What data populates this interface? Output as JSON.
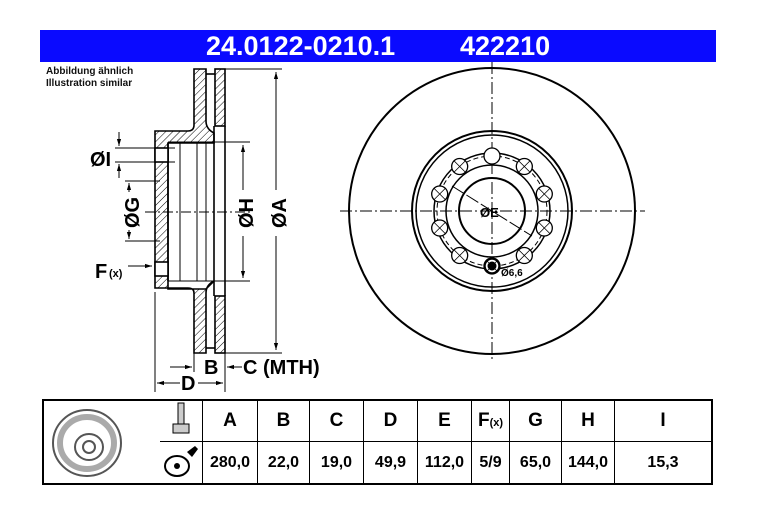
{
  "header": {
    "part_number": "24.0122-0210.1",
    "ref_number": "422210"
  },
  "note": {
    "line1": "Abbildung ähnlich",
    "line2": "Illustration similar"
  },
  "section_labels": {
    "I": "ØI",
    "G": "ØG",
    "H": "ØH",
    "A": "ØA",
    "F": "F",
    "F_sub": "(x)",
    "B": "B",
    "C": "C (MTH)",
    "D": "D"
  },
  "front_labels": {
    "E": "ØE",
    "hole": "Ø6,6"
  },
  "table": {
    "headers": [
      "A",
      "B",
      "C",
      "D",
      "E",
      "F",
      "G",
      "H",
      "I"
    ],
    "F_sub": "(x)",
    "values": [
      "280,0",
      "22,0",
      "19,0",
      "49,9",
      "112,0",
      "5/9",
      "65,0",
      "144,0",
      "15,3"
    ]
  }
}
